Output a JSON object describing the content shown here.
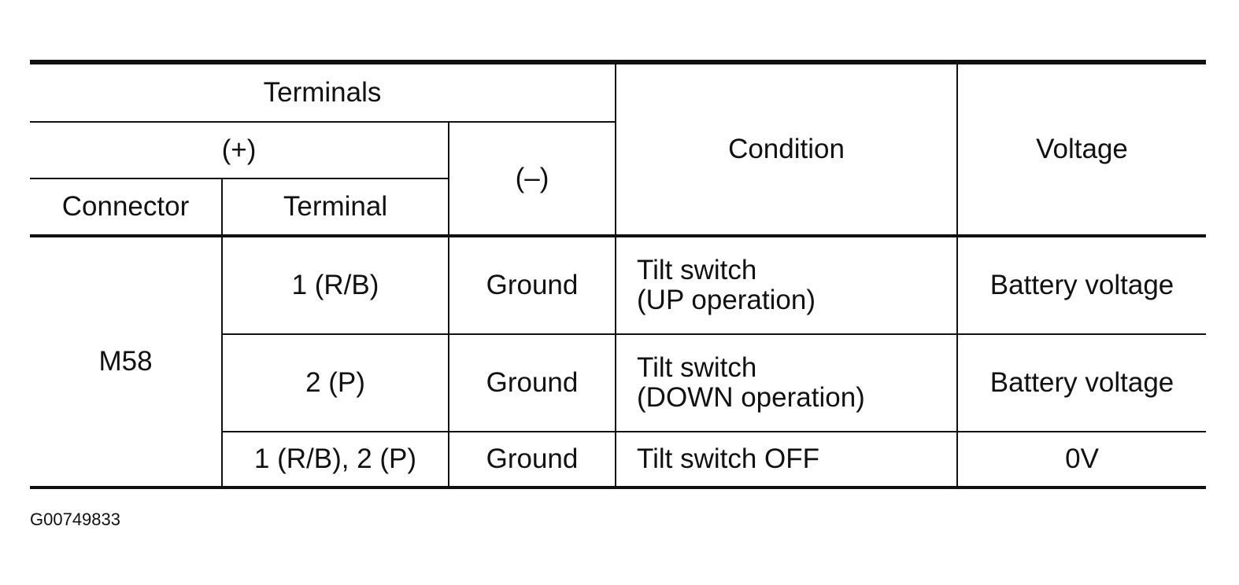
{
  "table": {
    "headers": {
      "terminals": "Terminals",
      "plus": "(+)",
      "minus": "(–)",
      "connector": "Connector",
      "terminal": "Terminal",
      "condition": "Condition",
      "voltage": "Voltage"
    },
    "connector": "M58",
    "rows": [
      {
        "terminal": "1 (R/B)",
        "minus": "Ground",
        "condition_line1": "Tilt switch",
        "condition_line2": "(UP operation)",
        "voltage": "Battery voltage"
      },
      {
        "terminal": "2 (P)",
        "minus": "Ground",
        "condition_line1": "Tilt switch",
        "condition_line2": "(DOWN operation)",
        "voltage": "Battery voltage"
      },
      {
        "terminal": "1 (R/B), 2 (P)",
        "minus": "Ground",
        "condition_line1": "Tilt switch OFF",
        "condition_line2": "",
        "voltage": "0V"
      }
    ]
  },
  "figure_id": "G00749833"
}
